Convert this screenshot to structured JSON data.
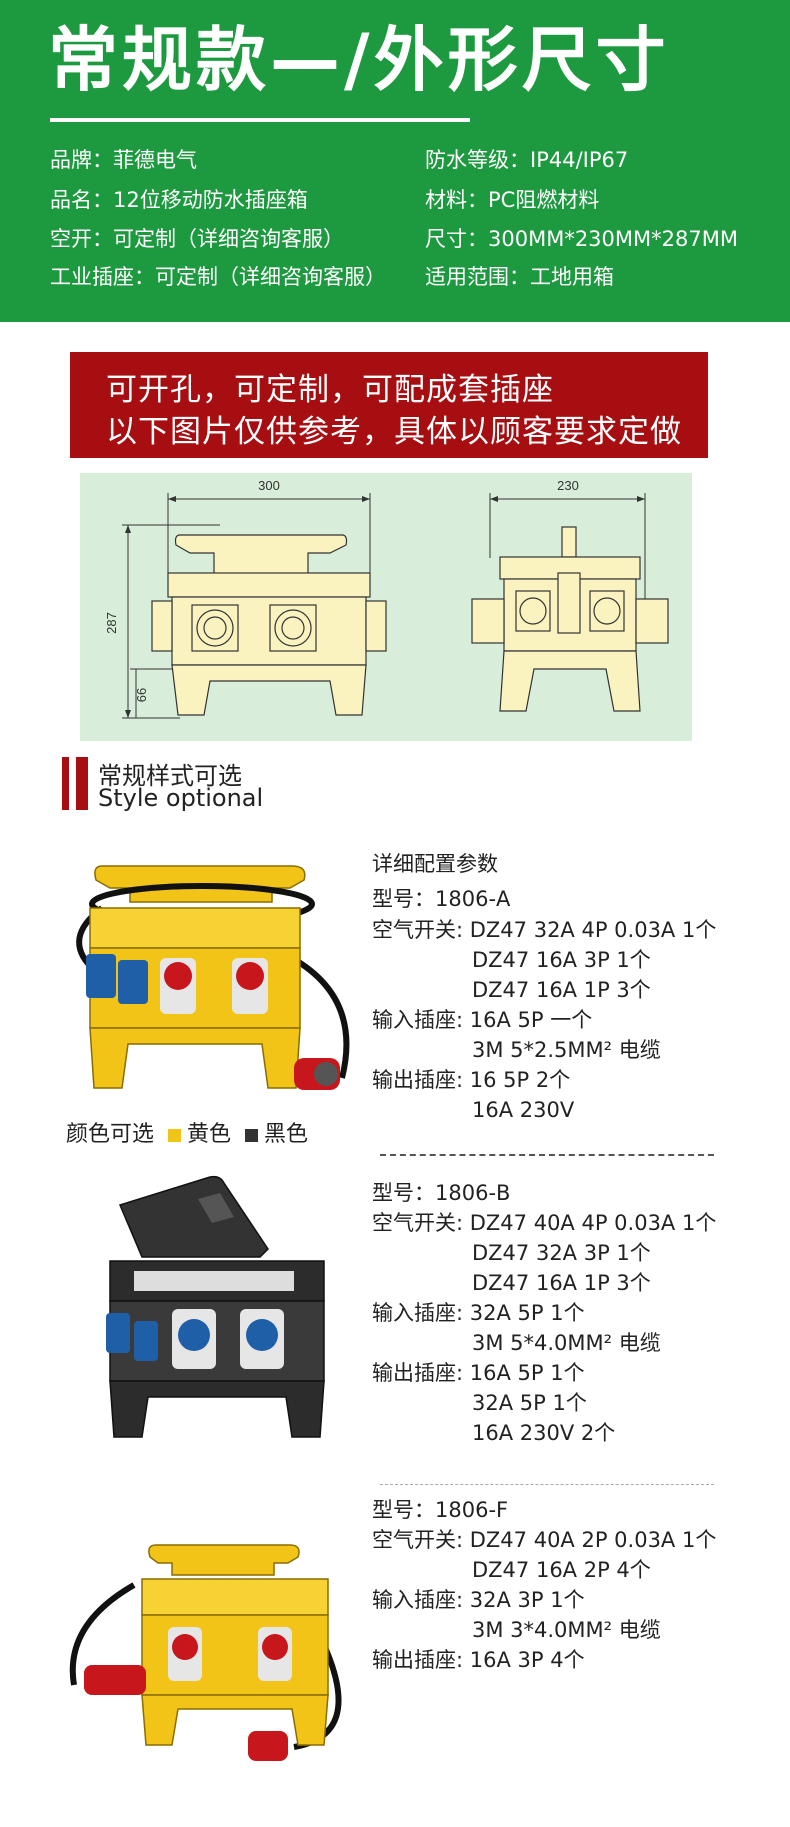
{
  "header": {
    "title": "常规款—/外形尺寸",
    "specs": [
      "品牌：菲德电气",
      "防水等级：IP44/IP67",
      "品名：12位移动防水插座箱",
      "材料：PC阻燃材料",
      "空开：可定制（详细咨询客服）",
      "尺寸：300MM*230MM*287MM",
      "工业插座：可定制（详细咨询客服）",
      "适用范围：工地用箱"
    ]
  },
  "banner": {
    "line1": "可开孔，可定制，可配成套插座",
    "line2": "以下图片仅供参考，具体以顾客要求定做"
  },
  "drawing": {
    "width_label": "300",
    "depth_label": "230",
    "height_label": "287",
    "leg_label": "66"
  },
  "style_section": {
    "cn": "常规样式可选",
    "en": "Style optional"
  },
  "colors": {
    "label": "颜色可选",
    "yellow_label": "黄色",
    "black_label": "黑色",
    "yellow": "#f2c418",
    "black": "#333333",
    "green": "#1d9a3f",
    "red": "#a70e12"
  },
  "products": [
    {
      "heading": "详细配置参数",
      "lines": [
        "型号：1806-A",
        "空气开关: DZ47 32A 4P 0.03A  1个",
        "DZ47 16A 3P 1个",
        "DZ47 16A 1P 3个",
        "输入插座: 16A  5P 一个",
        "3M 5*2.5MM² 电缆",
        "输出插座: 16 5P 2个",
        "16A 230V"
      ]
    },
    {
      "lines": [
        "型号：1806-B",
        "空气开关: DZ47 40A 4P 0.03A  1个",
        "DZ47 32A 3P 1个",
        "DZ47 16A 1P 3个",
        "输入插座: 32A  5P 1个",
        "3M 5*4.0MM² 电缆",
        "输出插座: 16A 5P 1个",
        "32A 5P 1个",
        "16A 230V  2个"
      ]
    },
    {
      "lines": [
        "型号：1806-F",
        "空气开关: DZ47 40A 2P 0.03A  1个",
        "DZ47 16A 2P  4个",
        "输入插座: 32A  3P 1个",
        "3M 3*4.0MM² 电缆",
        "输出插座: 16A 3P 4个"
      ]
    }
  ]
}
